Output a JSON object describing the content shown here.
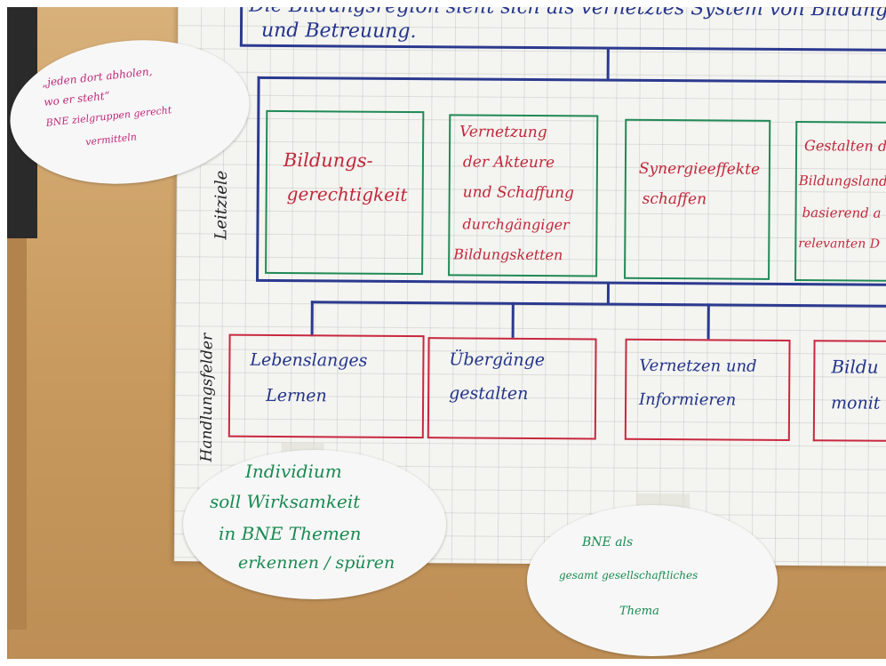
{
  "header": {
    "line1": "Die Bildungsregion sieht sich als vernetztes System von Bildung, Erzieh",
    "line2": "und Betreuung."
  },
  "labels": {
    "leitziele": "Leitziele",
    "handlungsfelder": "Handlungsfelder"
  },
  "leitziele": [
    {
      "lines": [
        "Bildungs-",
        "gerechtigkeit"
      ]
    },
    {
      "lines": [
        "Vernetzung",
        "der Akteure",
        "und Schaffung",
        "durchgängiger",
        "Bildungsketten"
      ]
    },
    {
      "lines": [
        "Synergieeffekte",
        "schaffen"
      ]
    },
    {
      "lines": [
        "Gestalten d",
        "Bildungsland",
        "basierend a",
        "relevanten D"
      ]
    }
  ],
  "handlungsfelder": [
    {
      "lines": [
        "Lebenslanges",
        "Lernen"
      ]
    },
    {
      "lines": [
        "Übergänge",
        "gestalten"
      ]
    },
    {
      "lines": [
        "Vernetzen und",
        "Informieren"
      ]
    },
    {
      "lines": [
        "Bildu",
        "monit"
      ]
    }
  ],
  "notes": {
    "top_left": [
      "„jeden dort abholen,",
      "wo er steht“",
      "BNE zielgruppen gerecht",
      "vermitteln"
    ],
    "bottom_left": [
      "Individium",
      "soll Wirksamkeit",
      "in BNE Themen",
      "erkennen / spüren"
    ],
    "bottom_right": [
      "BNE als",
      "gesamt gesellschaftliches",
      "Thema"
    ]
  },
  "colors": {
    "table_wood": "#c89a5f",
    "paper": "#f4f4f1",
    "line_blue": "#2b3a8f",
    "box_green": "#1f8a55",
    "box_red": "#c8283e",
    "text_red": "#c0283a",
    "text_blue": "#23348a",
    "text_green": "#1a8a52",
    "text_magenta": "#c0287a"
  }
}
